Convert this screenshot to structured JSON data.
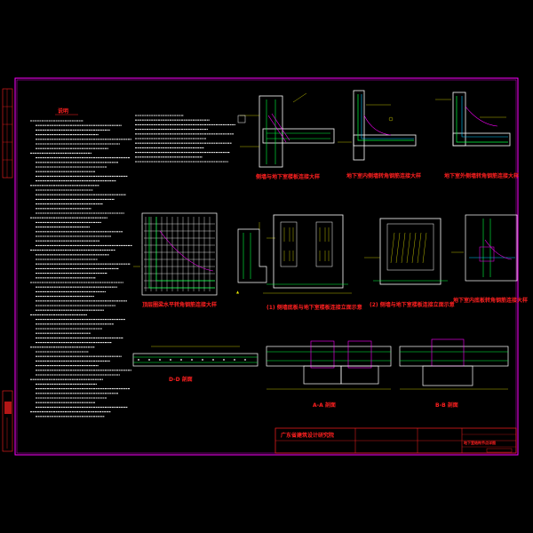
{
  "colors": {
    "background": "#000000",
    "border": "#ff00ff",
    "linework": "#ffffff",
    "label": "#ff2020",
    "annotation": "#e8e800",
    "dimension": "#00ff40",
    "rebar": "#00c8ff"
  },
  "notes": {
    "title": "说明"
  },
  "details": {
    "d1_caption": "侧墙与地下室楼板连接大样",
    "d2_caption": "地下室内侧墙转角钢筋连接大样",
    "d3_caption": "地下室外侧墙转角钢筋连接大样",
    "d4_caption": "顶层圈梁水平转角钢筋连接大样",
    "d6_caption": "(1) 侧墙底板与地下室楼板连接立面示意",
    "d7_caption": "(2) 侧墙与地下室楼板连接立面示意",
    "d8_caption": "地下室内底板转角钢筋连接大样",
    "section_dd": "D-D 剖面",
    "section_aa": "A-A 剖面",
    "section_bb": "B-B 剖面"
  },
  "title_block": {
    "company": "广东省建筑设计研究院",
    "drawing_title": "地下室结构节点详图"
  },
  "icons": [
    "section-cut-symbol",
    "north-arrow"
  ]
}
